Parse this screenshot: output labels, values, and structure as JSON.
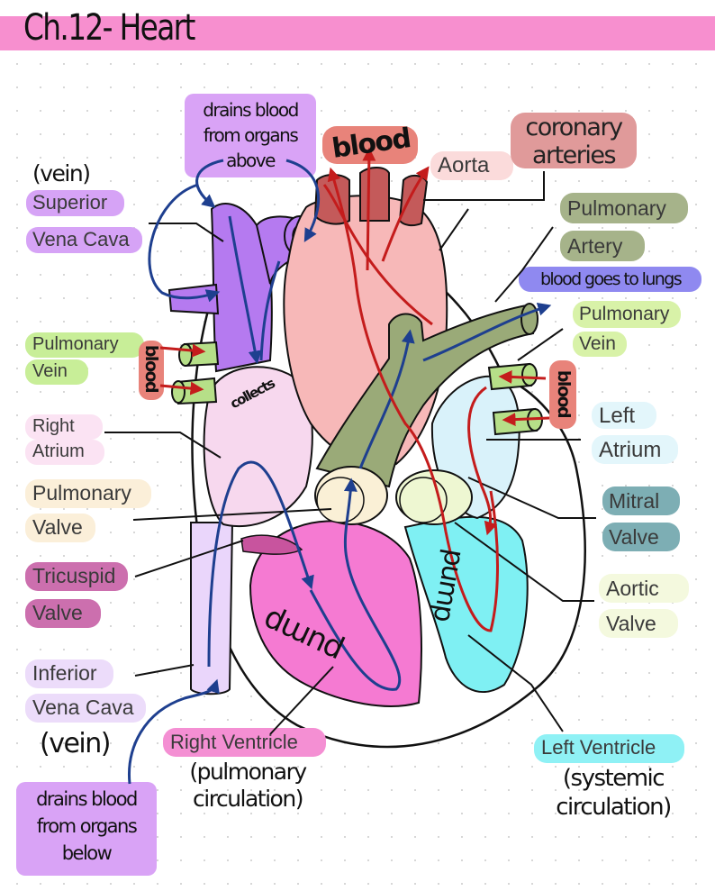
{
  "title": "Ch.12- Heart",
  "colors": {
    "title_bar": "#f78fcf",
    "vena_cava": "#b57af0",
    "aorta": "#f7b8b8",
    "pulmonary_artery": "#9aaa78",
    "pulmonary_vein": "#b6df88",
    "right_atrium": "#f7d8ee",
    "left_atrium": "#d9f2fa",
    "right_ventricle": "#f57ad2",
    "left_ventricle": "#7ff0f3",
    "flow_blue": "#1e3f8f",
    "flow_red": "#c41c1c"
  },
  "labels": {
    "vein_top": "(vein)",
    "superior": "Superior",
    "vena_cava_top": "Vena Cava",
    "drains_above": [
      "drains blood",
      "from organs",
      "above"
    ],
    "blood_top": "blood",
    "aorta": "Aorta",
    "coronary": [
      "coronary",
      "arteries"
    ],
    "pulmonary_artery": [
      "Pulmonary",
      "Artery"
    ],
    "blood_lungs": "blood goes to lungs",
    "pulmonary_vein_right": [
      "Pulmonary",
      "Vein"
    ],
    "pulmonary_vein_left": [
      "Pulmonary",
      "Vein"
    ],
    "blood_left": "blood",
    "blood_right": "blood",
    "collects": "collects",
    "right_atrium": [
      "Right",
      "Atrium"
    ],
    "left_atrium": [
      "Left",
      "Atrium"
    ],
    "pulmonary_valve": [
      "Pulmonary",
      "Valve"
    ],
    "mitral_valve": [
      "Mitral",
      "Valve"
    ],
    "tricuspid_valve": [
      "Tricuspid",
      "Valve"
    ],
    "aortic_valve": [
      "Aortic",
      "Valve"
    ],
    "pump_right": "pump",
    "pump_left": "pump",
    "inferior": "Inferior",
    "vena_cava_bottom": "Vena Cava",
    "vein_bottom": "(vein)",
    "right_ventricle": "Right Ventricle",
    "left_ventricle": "Left Ventricle",
    "pulmonary_circulation": [
      "(pulmonary",
      "circulation)"
    ],
    "systemic_circulation": [
      "(systemic",
      "circulation)"
    ],
    "drains_below": [
      "drains blood",
      "from organs",
      "below"
    ]
  }
}
